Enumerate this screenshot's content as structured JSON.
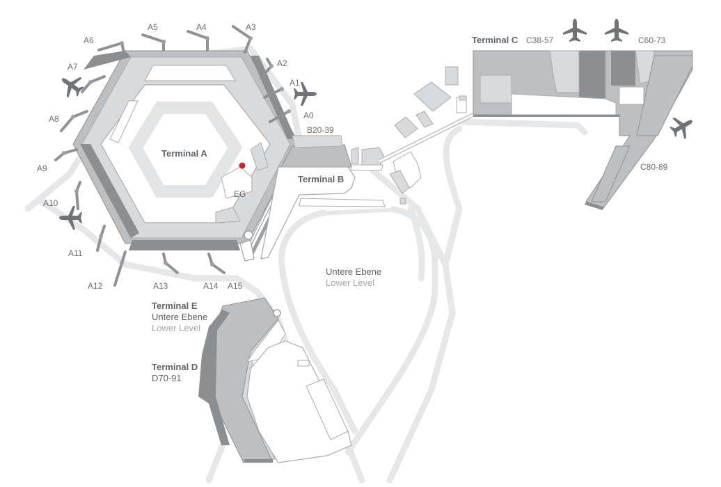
{
  "terminals": {
    "a": {
      "name": "Terminal A"
    },
    "b": {
      "name": "Terminal B",
      "gates": "B20-39"
    },
    "c": {
      "name": "Terminal C",
      "gates_1": "C38-57",
      "gates_2": "C60-73",
      "gates_3": "C80-89"
    },
    "d": {
      "name": "Terminal D",
      "gates": "D70-91"
    },
    "e": {
      "name": "Terminal E",
      "level_de": "Untere Ebene",
      "level_en": "Lower Level"
    }
  },
  "parking_lower": {
    "level_de": "Untere Ebene",
    "level_en": "Lower Level"
  },
  "entrance_marker": {
    "label": "EG",
    "color": "#d0202a"
  },
  "gates_a": [
    "A0",
    "A1",
    "A2",
    "A3",
    "A4",
    "A5",
    "A6",
    "A7",
    "A8",
    "A9",
    "A10",
    "A11",
    "A12",
    "A13",
    "A14",
    "A15"
  ],
  "colors": {
    "building_light": "#d9dadb",
    "building_mid": "#bdbfc1",
    "building_dark": "#8c8f92",
    "road": "#e6e7e8",
    "text": "#5f6468",
    "text_light": "#a3a7aa",
    "plane": "#6f7377"
  },
  "icons": [
    "airplane-icon",
    "location-dot-icon"
  ]
}
